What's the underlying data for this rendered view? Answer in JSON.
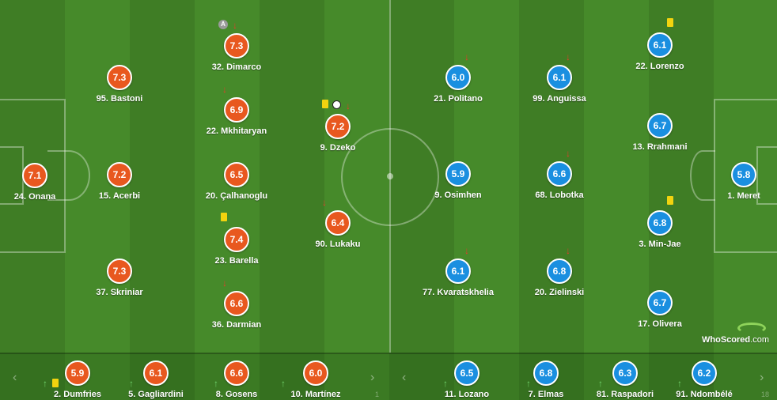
{
  "home": {
    "color": "#e8581f",
    "lineup": [
      {
        "id": "onana",
        "number": "24",
        "name": "Onana",
        "rating": "7.1"
      },
      {
        "id": "bastoni",
        "number": "95",
        "name": "Bastoni",
        "rating": "7.3"
      },
      {
        "id": "acerbi",
        "number": "15",
        "name": "Acerbi",
        "rating": "7.2"
      },
      {
        "id": "skriniar",
        "number": "37",
        "name": "Skriniar",
        "rating": "7.3"
      },
      {
        "id": "dimarco",
        "number": "32",
        "name": "Dimarco",
        "rating": "7.3",
        "captain": true,
        "subbed_off": true
      },
      {
        "id": "mkhitaryan",
        "number": "22",
        "name": "Mkhitaryan",
        "rating": "6.9",
        "subbed_off": true
      },
      {
        "id": "calhanoglu",
        "number": "20",
        "name": "Çalhanoglu",
        "rating": "6.5"
      },
      {
        "id": "barella",
        "number": "23",
        "name": "Barella",
        "rating": "7.4",
        "yellow_card": true
      },
      {
        "id": "darmian",
        "number": "36",
        "name": "Darmian",
        "rating": "6.6",
        "subbed_off": true
      },
      {
        "id": "dzeko",
        "number": "9",
        "name": "Dzeko",
        "rating": "7.2",
        "yellow_card": true,
        "goal": true,
        "subbed_off": true
      },
      {
        "id": "lukaku",
        "number": "90",
        "name": "Lukaku",
        "rating": "6.4",
        "subbed_off": true
      }
    ],
    "subs": [
      {
        "id": "dumfries",
        "number": "2",
        "name": "Dumfries",
        "rating": "5.9",
        "yellow_card": true
      },
      {
        "id": "gagliardini",
        "number": "5",
        "name": "Gagliardini",
        "rating": "6.1"
      },
      {
        "id": "gosens",
        "number": "8",
        "name": "Gosens",
        "rating": "6.6"
      },
      {
        "id": "martinez",
        "number": "10",
        "name": "Martínez",
        "rating": "6.0"
      }
    ],
    "sub_pager": "1"
  },
  "away": {
    "color": "#1a8fe0",
    "lineup": [
      {
        "id": "meret",
        "number": "1",
        "name": "Meret",
        "rating": "5.8"
      },
      {
        "id": "lorenzo",
        "number": "22",
        "name": "Lorenzo",
        "rating": "6.1",
        "yellow_card": true
      },
      {
        "id": "rrahmani",
        "number": "13",
        "name": "Rrahmani",
        "rating": "6.7"
      },
      {
        "id": "minjae",
        "number": "3",
        "name": "Min-Jae",
        "rating": "6.8",
        "yellow_card": true
      },
      {
        "id": "olivera",
        "number": "17",
        "name": "Olivera",
        "rating": "6.7"
      },
      {
        "id": "anguissa",
        "number": "99",
        "name": "Anguissa",
        "rating": "6.1",
        "subbed_off": true
      },
      {
        "id": "lobotka",
        "number": "68",
        "name": "Lobotka",
        "rating": "6.6",
        "subbed_off": true
      },
      {
        "id": "zielinski",
        "number": "20",
        "name": "Zielinski",
        "rating": "6.8",
        "subbed_off": true
      },
      {
        "id": "politano",
        "number": "21",
        "name": "Politano",
        "rating": "6.0",
        "subbed_off": true
      },
      {
        "id": "osimhen",
        "number": "9",
        "name": "Osimhen",
        "rating": "5.9"
      },
      {
        "id": "kvaratskhelia",
        "number": "77",
        "name": "Kvaratskhelia",
        "rating": "6.1",
        "subbed_off": true
      }
    ],
    "subs": [
      {
        "id": "lozano",
        "number": "11",
        "name": "Lozano",
        "rating": "6.5"
      },
      {
        "id": "elmas",
        "number": "7",
        "name": "Elmas",
        "rating": "6.8"
      },
      {
        "id": "raspadori",
        "number": "81",
        "name": "Raspadori",
        "rating": "6.3"
      },
      {
        "id": "ndombele",
        "number": "91",
        "name": "Ndombélé",
        "rating": "6.2"
      }
    ],
    "sub_pager": "18"
  },
  "icons": {
    "captain": "A",
    "subbed_off": "↓",
    "subbed_on": "↑",
    "nav_prev": "‹",
    "nav_next": "›",
    "goal": "⚽"
  },
  "branding": {
    "logo_text": "WhoScored",
    "logo_suffix": ".com"
  }
}
